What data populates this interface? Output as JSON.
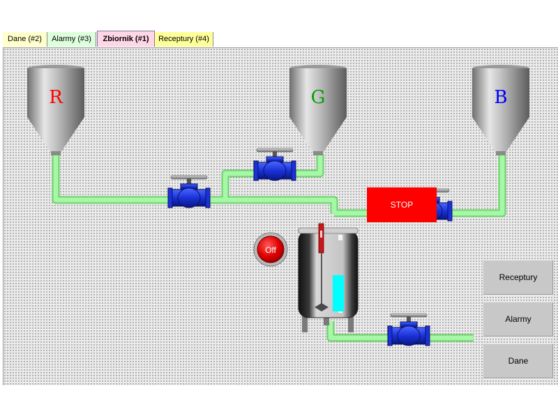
{
  "tabs": [
    {
      "label": "Dane (#2)",
      "color": "#ffffcc"
    },
    {
      "label": "Alarmy (#3)",
      "color": "#ddffdd"
    },
    {
      "label": "Zbiornik (#1)",
      "color": "#ffd6e6",
      "active": true
    },
    {
      "label": "Receptury (#4)",
      "color": "#ffff99"
    }
  ],
  "hoppers": [
    {
      "letter": "R",
      "color": "#ff0000"
    },
    {
      "letter": "G",
      "color": "#00a000"
    },
    {
      "letter": "B",
      "color": "#0000ff"
    }
  ],
  "controls": {
    "power_button_label": "Off",
    "stop_label": "STOP"
  },
  "side_buttons": {
    "receptury": "Receptury",
    "alarmy": "Alarmy",
    "dane": "Dane"
  },
  "icons": [
    "hopper-icon",
    "valve-icon",
    "pipe",
    "mixer-tank-icon",
    "power-button-icon"
  ],
  "colors": {
    "pipe": "#9cf59c",
    "valve": "#1530d6",
    "stop": "#ff0000",
    "tank_level": "#00ffff",
    "power_button": "#dd0000"
  }
}
